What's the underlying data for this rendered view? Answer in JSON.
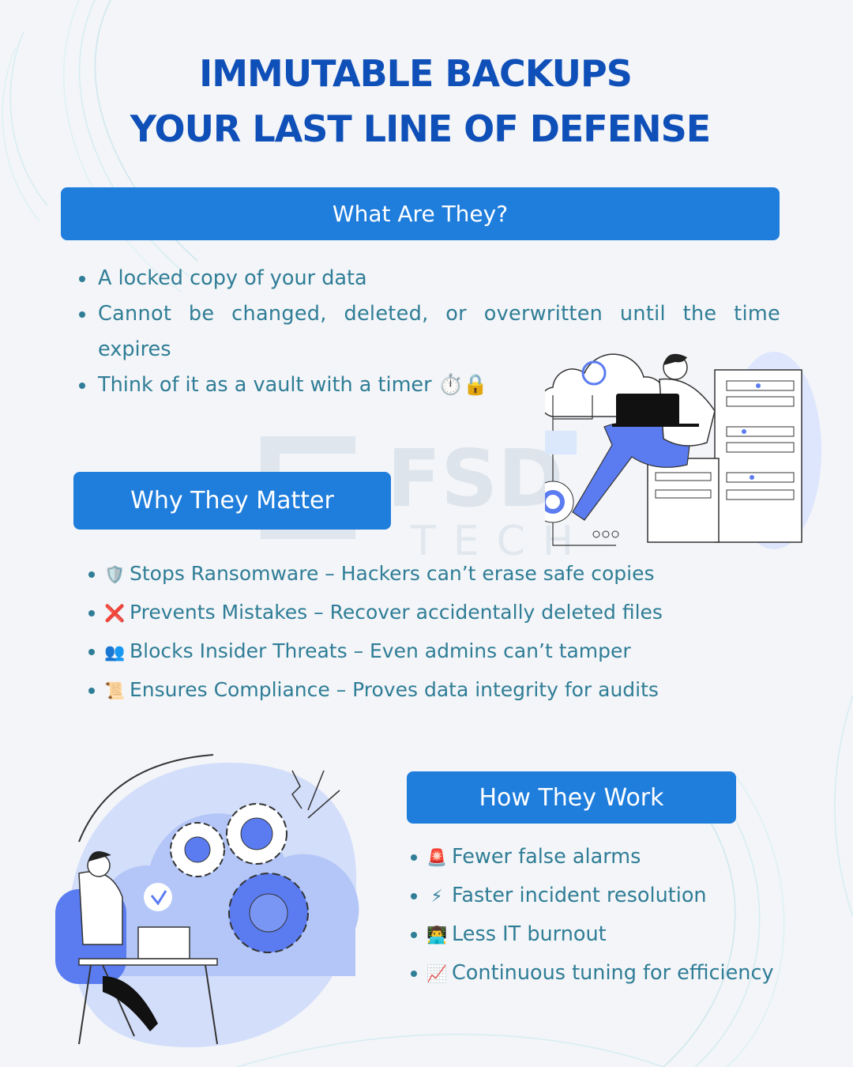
{
  "title": {
    "line1": "IMMUTABLE BACKUPS",
    "line2": "YOUR LAST LINE OF DEFENSE"
  },
  "sections": {
    "what": {
      "header": "What Are They?",
      "items": [
        "A locked copy of your data",
        "Cannot be changed, deleted, or overwritten until the time",
        "expires",
        "Think of it as a vault with a timer ⏱️🔒"
      ]
    },
    "why": {
      "header": "Why They Matter",
      "items": [
        {
          "icon": "🛡️",
          "icon_name": "shield-icon",
          "text": "Stops Ransomware – Hackers can’t erase safe copies"
        },
        {
          "icon": "❌",
          "icon_name": "cross-icon",
          "text": "Prevents Mistakes – Recover accidentally deleted files"
        },
        {
          "icon": "👥",
          "icon_name": "people-icon",
          "text": "Blocks Insider Threats – Even admins can’t tamper"
        },
        {
          "icon": "📜",
          "icon_name": "scroll-icon",
          "text": "Ensures Compliance – Proves data integrity for audits"
        }
      ]
    },
    "how": {
      "header": "How They Work",
      "items": [
        {
          "icon": "🚨",
          "icon_name": "siren-icon",
          "text": "Fewer false alarms"
        },
        {
          "icon": "⚡",
          "icon_name": "lightning-icon",
          "text": "Faster incident resolution"
        },
        {
          "icon": "👨‍💻",
          "icon_name": "technologist-icon",
          "text": "Less IT burnout"
        },
        {
          "icon": "📈",
          "icon_name": "chart-up-icon",
          "text": "Continuous tuning for efficiency"
        }
      ]
    }
  },
  "watermark": {
    "brand": "FSD",
    "sub": "TECH"
  },
  "colors": {
    "title": "#0f4fb8",
    "header_bg": "#1f7ddc",
    "body_text": "#2f7d96",
    "illustration_blue": "#5b7cf0",
    "illustration_light": "#dde6fd"
  }
}
